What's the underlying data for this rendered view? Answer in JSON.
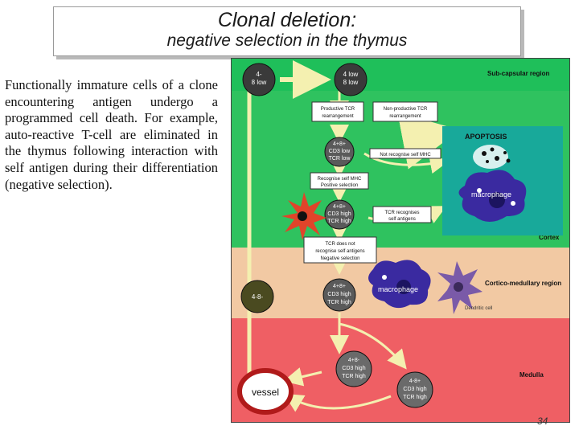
{
  "slide": {
    "title": "Clonal deletion:",
    "subtitle": "negative selection in the thymus",
    "body": "Functionally immature cells of a clone encountering antigen undergo a programmed cell death. For example, auto-reactive T-cell are eliminated in the thymus following interaction with self antigen during their differentiation (negative selection).",
    "page_number": "34"
  },
  "diagram": {
    "regions": {
      "subcapsular": "Sub-capsular region",
      "cortex": "Cortex",
      "corticomedullary": "Cortico-medullary region",
      "medulla": "Medulla"
    },
    "cells": {
      "top_left_line1": "4-",
      "top_left_line2": "8 low",
      "top_right_line1": "4 low",
      "top_right_line2": "8 low",
      "dp_low_line1": "4+8+",
      "dp_low_line2": "CD3 low",
      "dp_low_line3": "TCR low",
      "dp_high_line1": "4+8+",
      "dp_high_line2": "CD3 high",
      "dp_high_line3": "TCR high",
      "dp_high2_line1": "4+8+",
      "dp_high2_line2": "CD3 high",
      "dp_high2_line3": "TCR high",
      "dn": "4-8-",
      "sp_cd4_line1": "4+8-",
      "sp_cd4_line2": "CD3 high",
      "sp_cd4_line3": "TCR high",
      "sp_cd8_line1": "4-8+",
      "sp_cd8_line2": "CD3 high",
      "sp_cd8_line3": "TCR high"
    },
    "boxes": {
      "productive_line1": "Productive TCR",
      "productive_line2": "rearrangement",
      "nonproductive_line1": "Non-productive TCR",
      "nonproductive_line2": "rearrangement",
      "not_recognise": "Not recognise self MHC",
      "recognise_line1": "Recognise self MHC",
      "recognise_line2": "Positive selection",
      "tcr_recognises_line1": "TCR recognises",
      "tcr_recognises_line2": "self antigens",
      "tcr_not_line1": "TCR does not",
      "tcr_not_line2": "recognise self antigens",
      "tcr_not_line3": "Negative selection"
    },
    "labels": {
      "apoptosis": "APOPTOSIS",
      "macrophage_top": "macrophage",
      "macrophage_mid": "macrophage",
      "dendritic": "Dendritic cell",
      "vessel": "vessel"
    },
    "colors": {
      "subcapsular": "#1fbf5a",
      "cortex": "#2fc25f",
      "corticomedullary": "#f2c9a3",
      "medulla": "#ef5f64",
      "apoptosis_box": "#18a99a",
      "arrow": "#f4f0b0",
      "macrophage": "#3a2aa0"
    }
  }
}
